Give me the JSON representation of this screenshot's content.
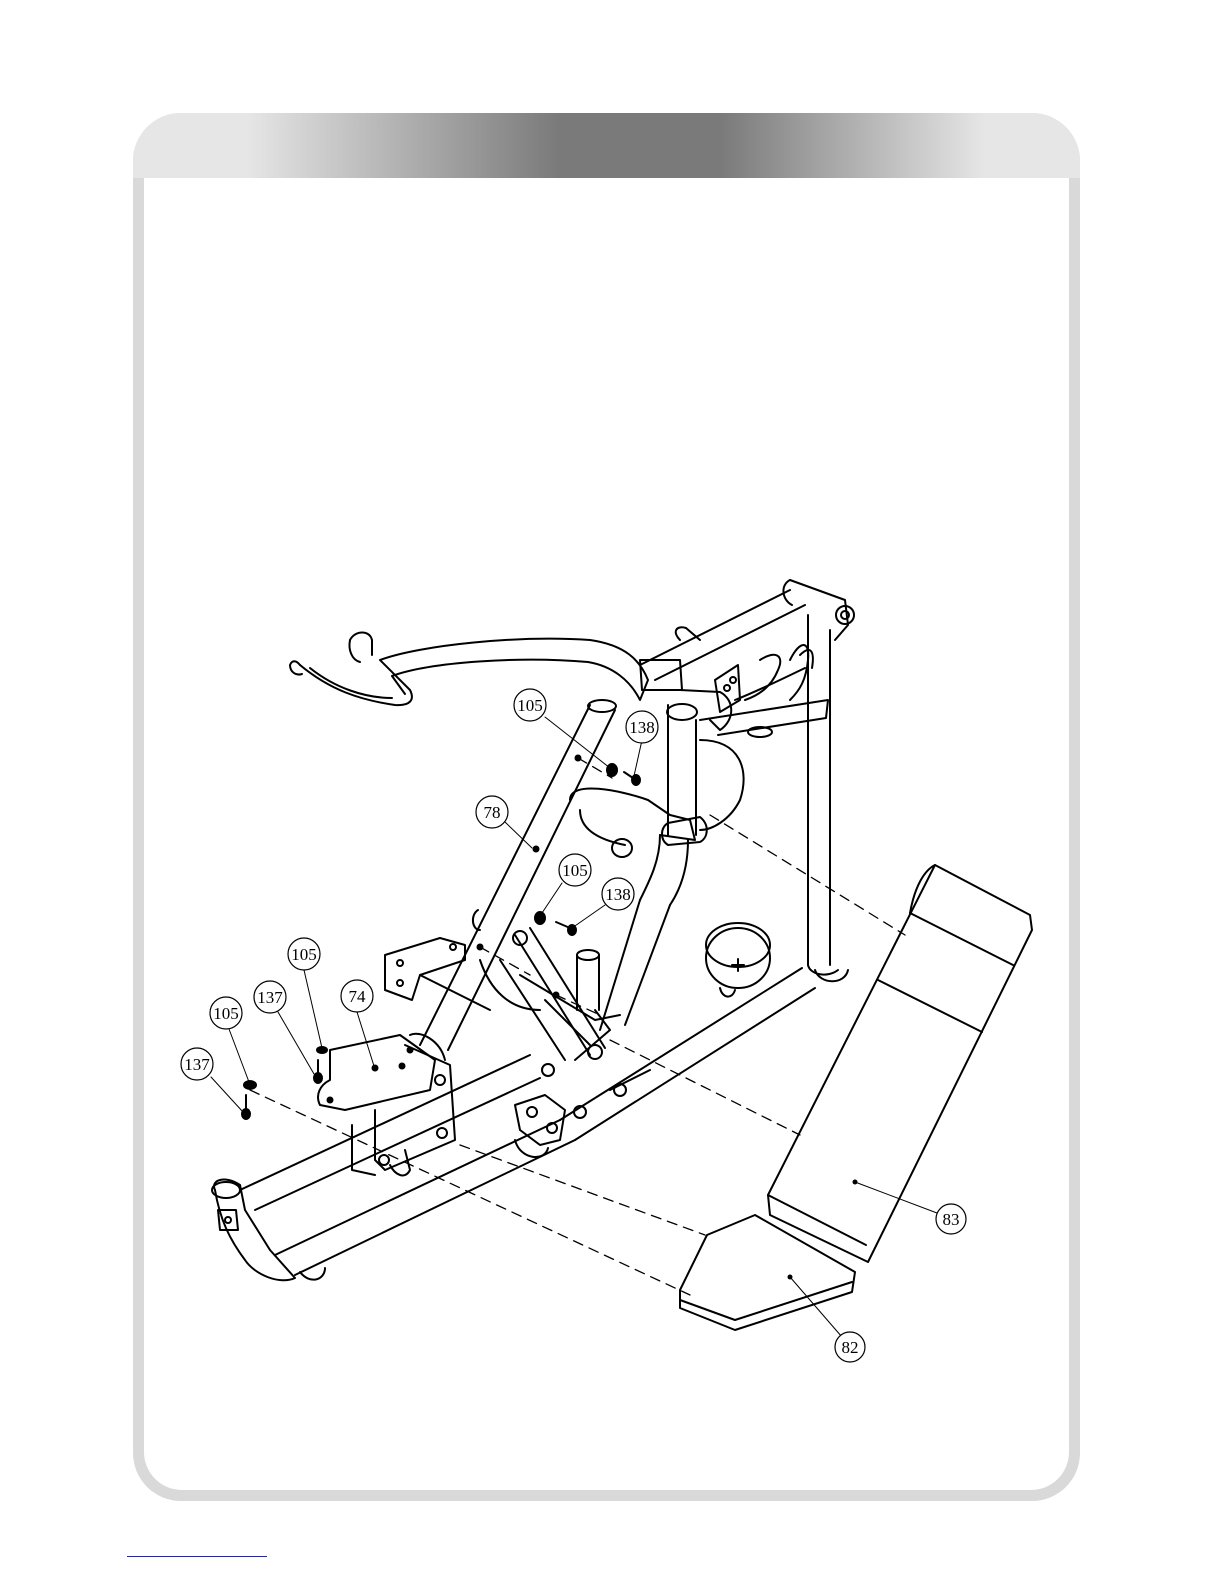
{
  "callouts": [
    {
      "id": "c-105-top",
      "label": "105"
    },
    {
      "id": "c-138-top",
      "label": "138"
    },
    {
      "id": "c-78",
      "label": "78"
    },
    {
      "id": "c-105-mid",
      "label": "105"
    },
    {
      "id": "c-138-mid",
      "label": "138"
    },
    {
      "id": "c-105-left",
      "label": "105"
    },
    {
      "id": "c-137-left",
      "label": "137"
    },
    {
      "id": "c-74",
      "label": "74"
    },
    {
      "id": "c-105-far",
      "label": "105"
    },
    {
      "id": "c-137-far",
      "label": "137"
    },
    {
      "id": "c-83",
      "label": "83"
    },
    {
      "id": "c-82",
      "label": "82"
    }
  ],
  "colors": {
    "header_gradient_dark": "#7a7a7a",
    "header_gradient_light": "#e6e6e6",
    "frame_border": "#d9d9d9",
    "link_line": "#1a1aff"
  }
}
